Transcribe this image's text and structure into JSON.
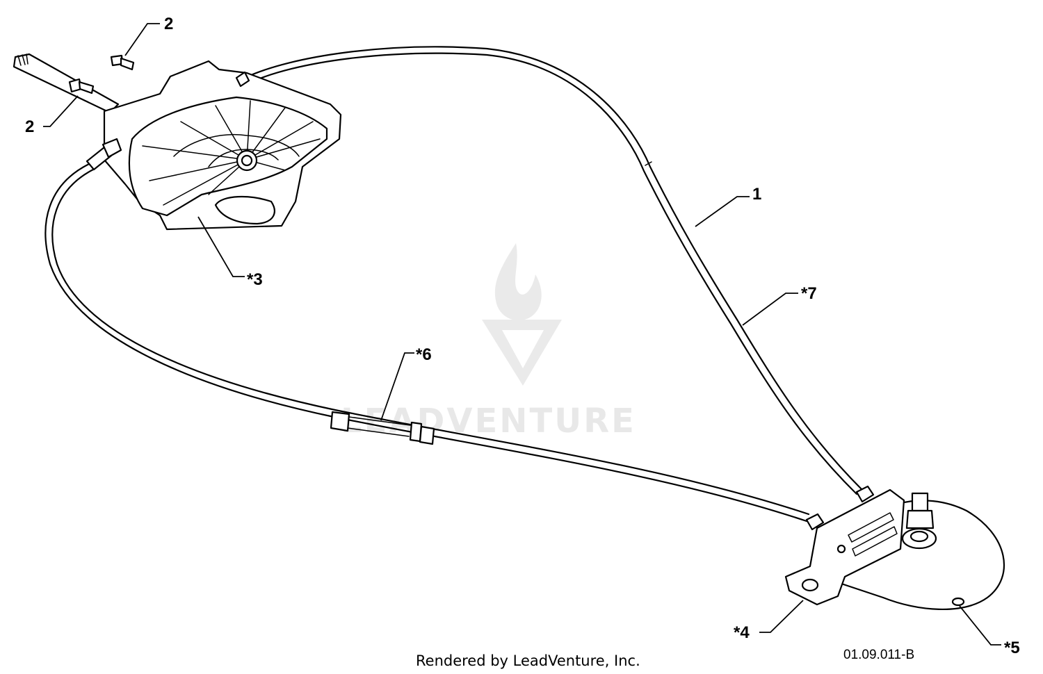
{
  "diagram": {
    "callouts": [
      {
        "id": "c2a",
        "label": "2"
      },
      {
        "id": "c2b",
        "label": "2"
      },
      {
        "id": "c1",
        "label": "1"
      },
      {
        "id": "c3",
        "label": "*3"
      },
      {
        "id": "c7",
        "label": "*7"
      },
      {
        "id": "c6",
        "label": "*6"
      },
      {
        "id": "c4",
        "label": "*4"
      },
      {
        "id": "c5",
        "label": "*5"
      }
    ],
    "credit": "Rendered by LeadVenture, Inc.",
    "drawing_code": "01.09.011-B",
    "watermark": {
      "text": "LEADVENTURE",
      "color": "#e6e6e6"
    },
    "line_color": "#000000",
    "background": "#ffffff"
  }
}
